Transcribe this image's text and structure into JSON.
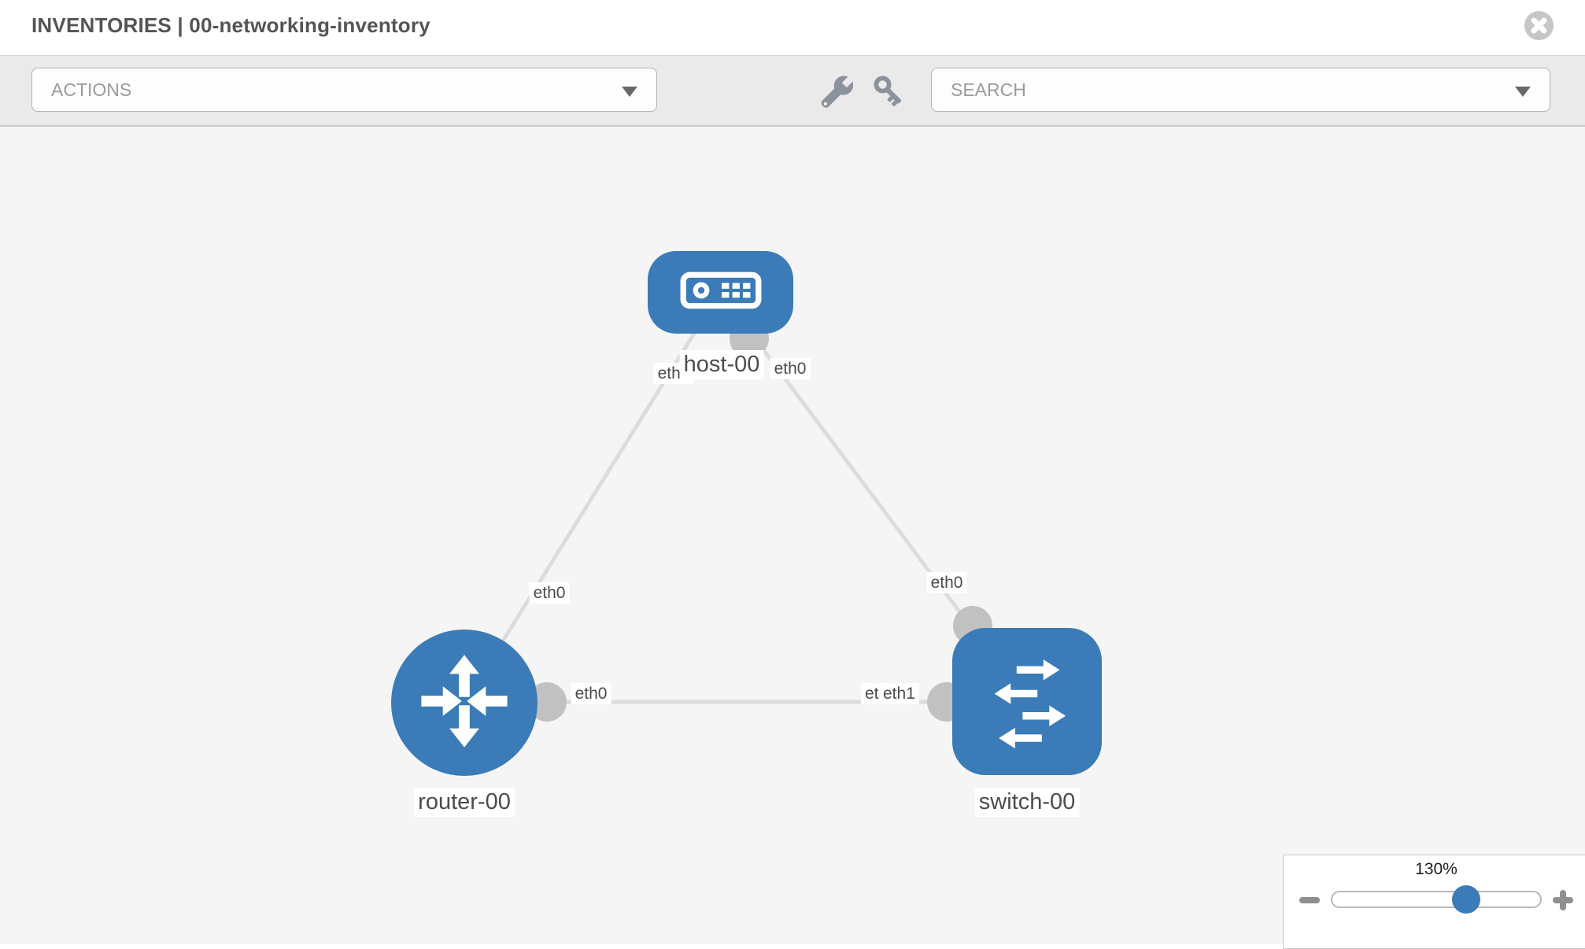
{
  "window": {
    "title": "INVENTORIES | 00-networking-inventory"
  },
  "toolbar": {
    "actions": {
      "label": "ACTIONS"
    },
    "search": {
      "placeholder": "SEARCH"
    },
    "icons": [
      "wrench-icon",
      "key-icon",
      "chevron-down-icon"
    ]
  },
  "colors": {
    "node_fill": "#3b7bb7",
    "link_stroke": "#dcdcdc",
    "endpoint_fill": "#c2c1c1",
    "canvas_bg": "#f5f5f5",
    "toolbar_bg": "#eaeaea",
    "icon_gray": "#8c929b"
  },
  "topology": {
    "nodes": [
      {
        "id": "host-00",
        "type": "host",
        "label": "host-00"
      },
      {
        "id": "router-00",
        "type": "router",
        "label": "router-00"
      },
      {
        "id": "switch-00",
        "type": "switch",
        "label": "switch-00"
      }
    ],
    "links": [
      {
        "from": "host-00",
        "from_if": "eth0",
        "to": "router-00",
        "to_if": "eth0"
      },
      {
        "from": "host-00",
        "from_if": "eth0",
        "to": "switch-00",
        "to_if": "eth0"
      },
      {
        "from": "router-00",
        "from_if": "eth0",
        "to": "switch-00",
        "to_if": "eth1"
      }
    ],
    "overlap_hidden_label": "eth0"
  },
  "zoom_control": {
    "level": "130%"
  }
}
